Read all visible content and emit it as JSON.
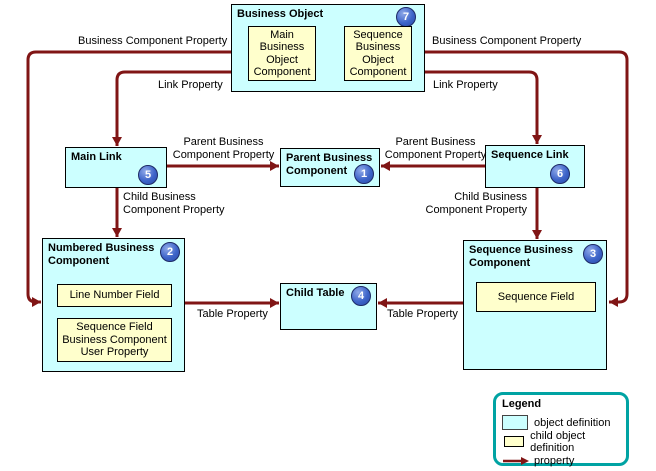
{
  "palette": {
    "node_fill": "#ccffff",
    "child_fill": "#ffffcc",
    "arrow": "#801515",
    "badge": "#3d64c9",
    "legend_border": "#00a3a3"
  },
  "nodes": {
    "business_object": {
      "title": "Business Object",
      "badge": "7",
      "children": [
        {
          "label": "Main Business Object Component"
        },
        {
          "label": "Sequence Business Object Component"
        }
      ]
    },
    "main_link": {
      "title": "Main Link",
      "badge": "5"
    },
    "parent_bc": {
      "title": "Parent Business Component",
      "badge": "1"
    },
    "sequence_link": {
      "title": "Sequence Link",
      "badge": "6"
    },
    "numbered_bc": {
      "title": "Numbered Business Component",
      "badge": "2",
      "children": [
        {
          "label": "Line Number Field"
        },
        {
          "label": "Sequence Field Business Component User Property"
        }
      ]
    },
    "child_table": {
      "title": "Child Table",
      "badge": "4"
    },
    "sequence_bc": {
      "title": "Sequence Business Component",
      "badge": "3",
      "children": [
        {
          "label": "Sequence Field"
        }
      ]
    }
  },
  "edge_labels": {
    "bcp_left": "Business Component Property",
    "bcp_right": "Business Component Property",
    "link_left": "Link Property",
    "link_right": "Link Property",
    "pbcp_left": "Parent Business Component Property",
    "pbcp_right": "Parent Business Component Property",
    "cbcp_left": "Child Business Component Property",
    "cbcp_right": "Child Business Component Property",
    "table_left": "Table Property",
    "table_right": "Table Property"
  },
  "legend": {
    "title": "Legend",
    "items": [
      {
        "label": "object definition"
      },
      {
        "label": "child object definition"
      },
      {
        "label": "property"
      }
    ]
  }
}
